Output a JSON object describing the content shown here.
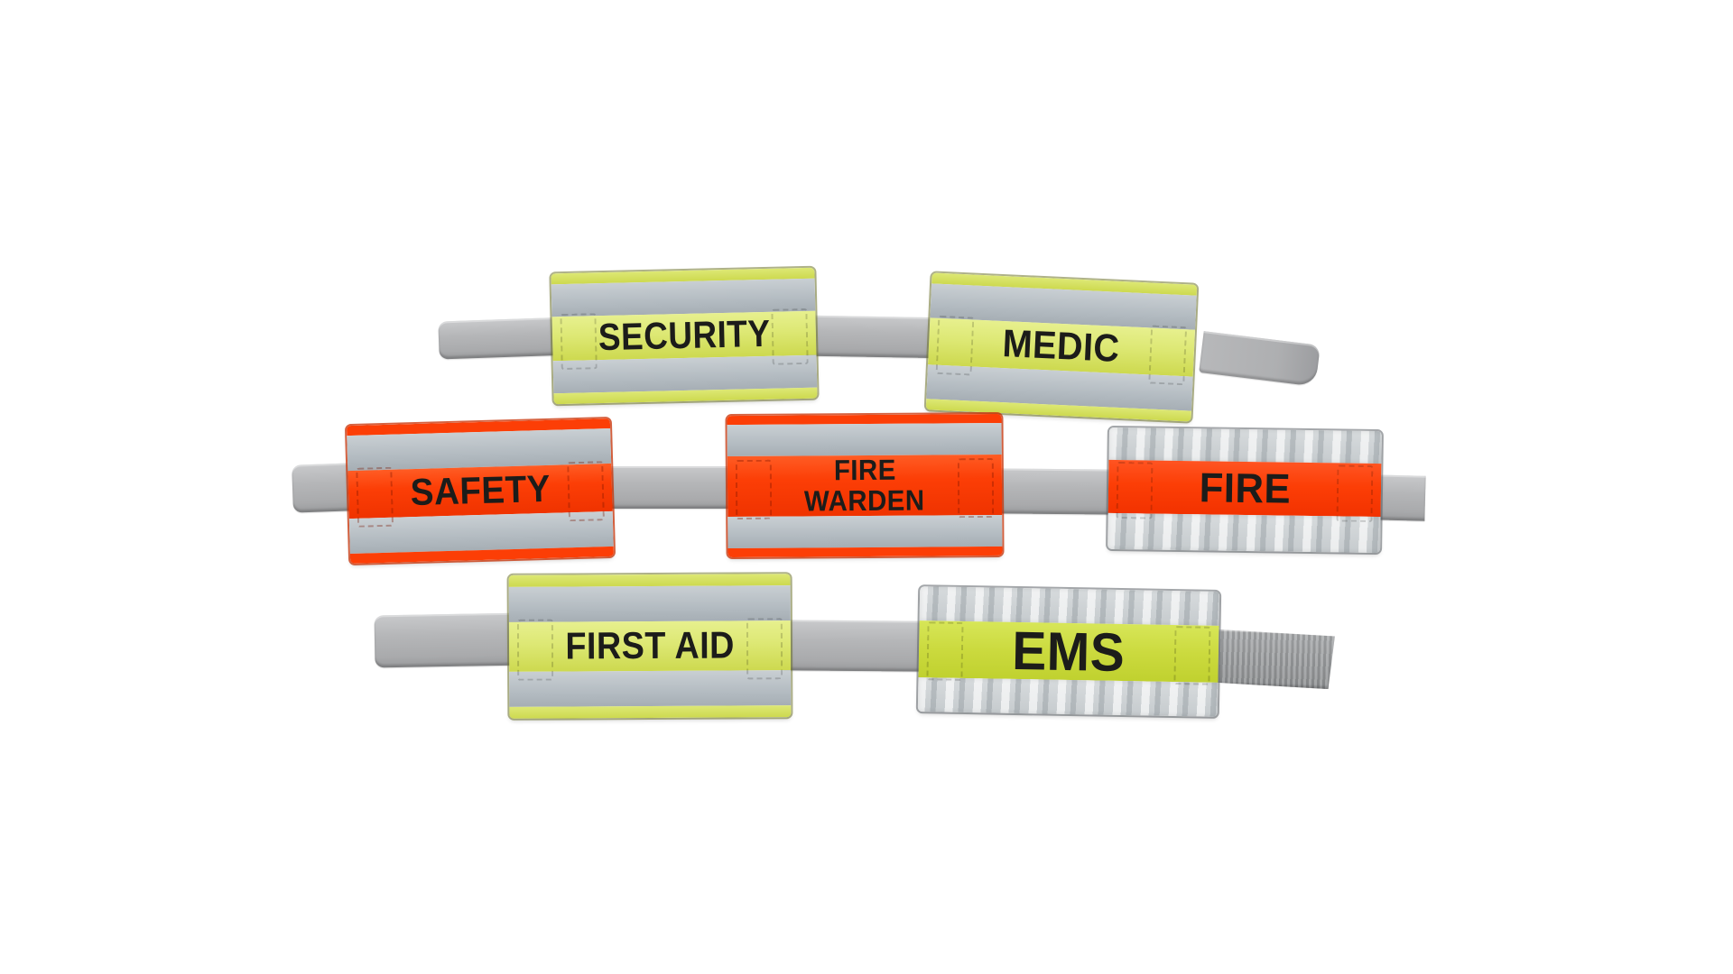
{
  "photo": {
    "background": "#ffffff",
    "armbands": [
      {
        "id": "security",
        "label": "SECURITY",
        "style": "yellow-reflective"
      },
      {
        "id": "medic",
        "label": "MEDIC",
        "style": "yellow-reflective"
      },
      {
        "id": "safety",
        "label": "SAFETY",
        "style": "orange-reflective"
      },
      {
        "id": "fire-warden",
        "label": "FIRE WARDEN",
        "lines": [
          "FIRE",
          "WARDEN"
        ],
        "style": "orange-reflective"
      },
      {
        "id": "fire",
        "label": "FIRE",
        "style": "silver-quilted-orange"
      },
      {
        "id": "first-aid",
        "label": "FIRST AID",
        "style": "yellow-reflective"
      },
      {
        "id": "ems",
        "label": "EMS",
        "style": "silver-quilted-yellow"
      }
    ]
  },
  "palette": {
    "hiviz-yellow": "#dde874",
    "hiviz-yellow-deep": "#cdd94f",
    "chartreuse": "#cbda3e",
    "hiviz-orange": "#fc3e06",
    "hiviz-orange-deep": "#ef3300",
    "silver": "#b2bac0",
    "silver-light": "#c9cfd3",
    "quilt": "#ccd1d4",
    "strap": "#b3b4b6",
    "strap-dark": "#9b9da0",
    "ink": "#1c1c1a"
  }
}
